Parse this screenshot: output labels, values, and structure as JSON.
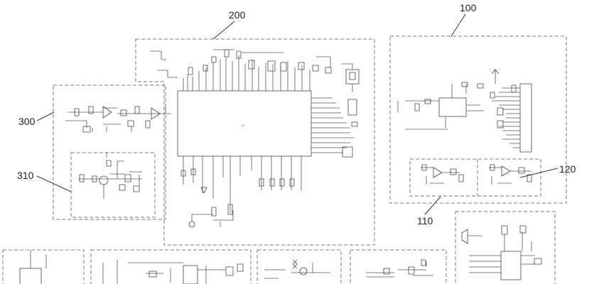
{
  "diagram": {
    "labels": {
      "block_200": "200",
      "block_100": "100",
      "block_300": "300",
      "block_310": "310",
      "block_120": "120",
      "block_110": "110"
    },
    "colors": {
      "line": "#555555",
      "box": "#777777",
      "text": "#222222"
    }
  }
}
